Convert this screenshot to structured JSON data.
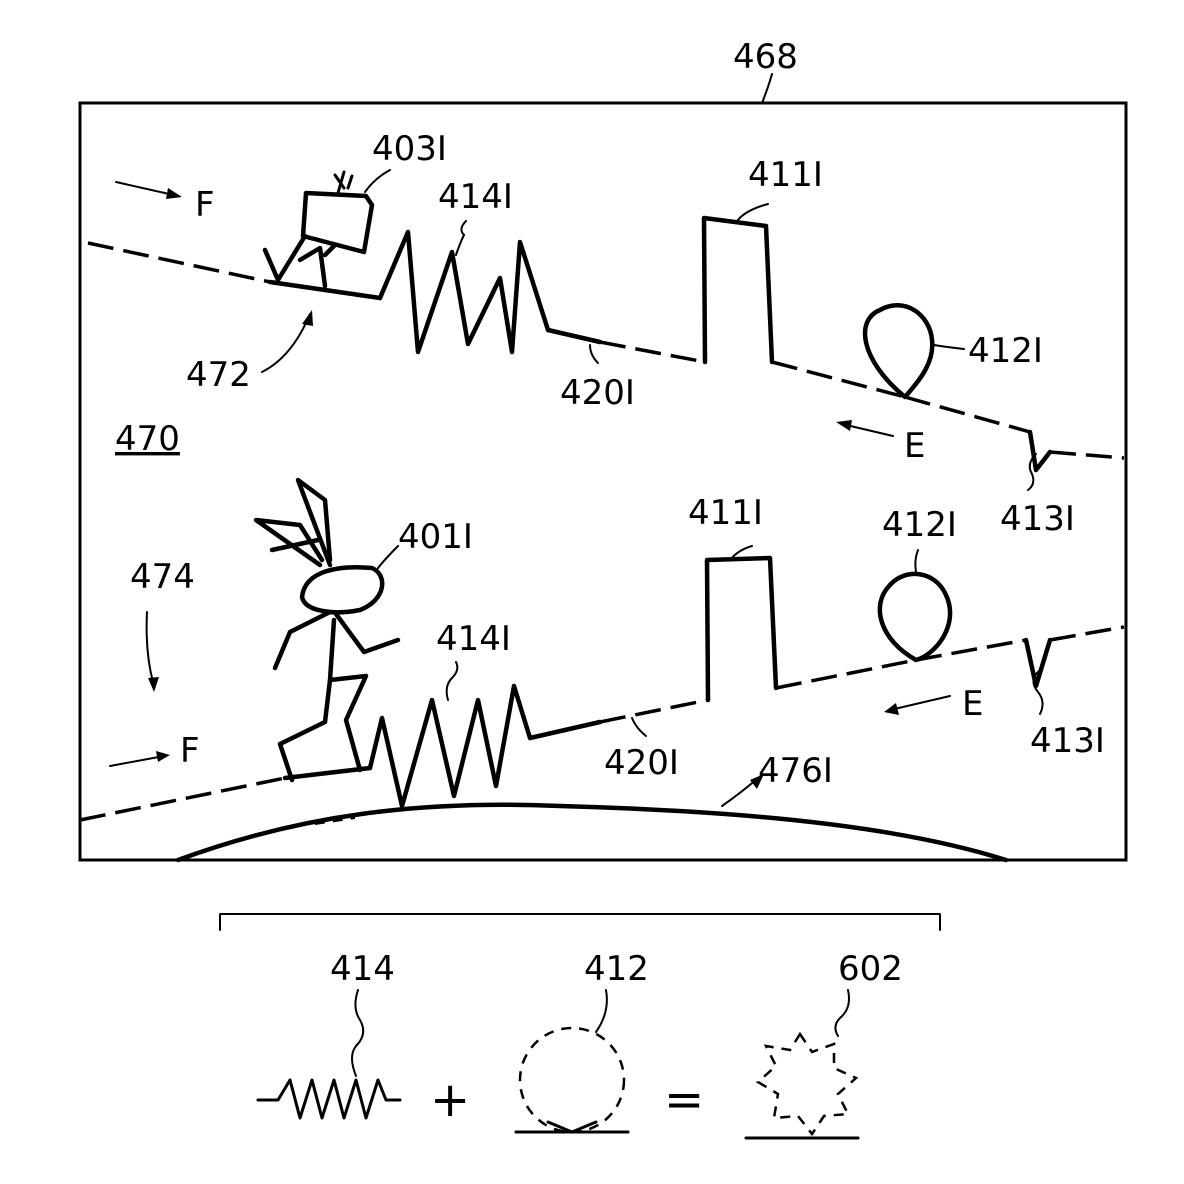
{
  "labels": {
    "screen": "468",
    "game_area": "470",
    "course_upper": "472",
    "course_lower": "474",
    "character_upper": "403I",
    "character_lower": "401I",
    "spring_upper": "414I",
    "spring_lower": "414I",
    "block_upper": "411I",
    "block_lower": "411I",
    "loop_upper": "412I",
    "loop_lower": "412I",
    "dip_upper": "413I",
    "dip_lower": "413I",
    "path_upper": "420I",
    "path_lower": "420I",
    "ground": "476I",
    "dir_f_upper": "F",
    "dir_e_upper": "E",
    "dir_f_lower": "F",
    "dir_e_lower": "E"
  },
  "legend": {
    "item_a": "414",
    "item_b": "412",
    "item_result": "602",
    "plus": "+",
    "equals": "="
  }
}
